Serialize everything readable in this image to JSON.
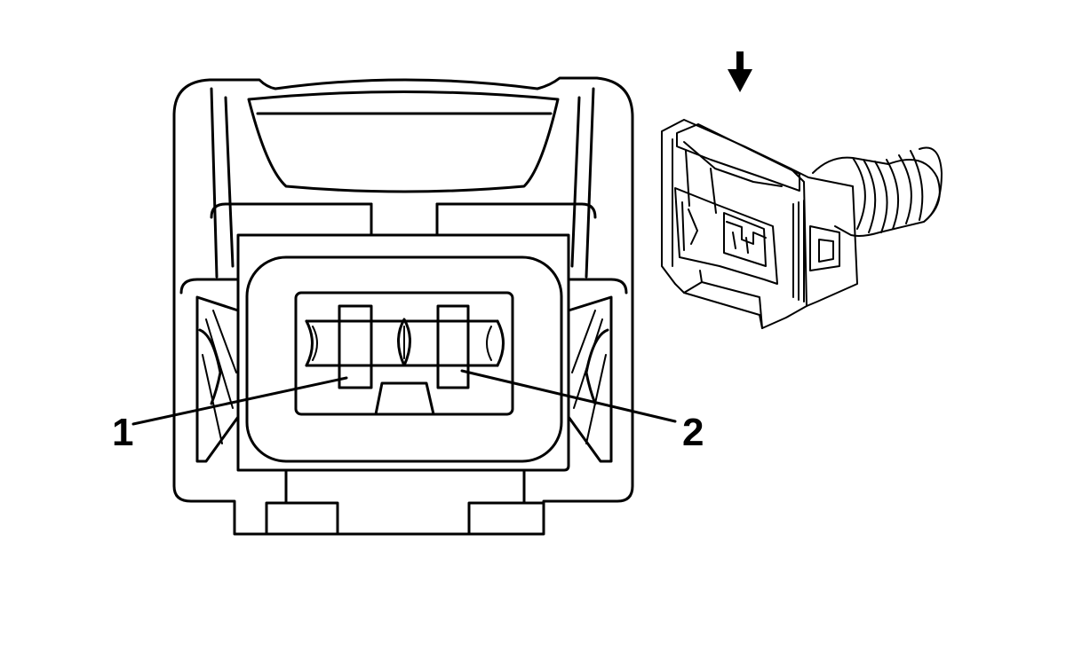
{
  "callouts": [
    {
      "id": "pin-1",
      "label": "1"
    },
    {
      "id": "pin-2",
      "label": "2"
    }
  ],
  "colors": {
    "line": "#000000",
    "background": "#ffffff"
  },
  "icons": {
    "view_direction": "arrow-down-icon"
  }
}
